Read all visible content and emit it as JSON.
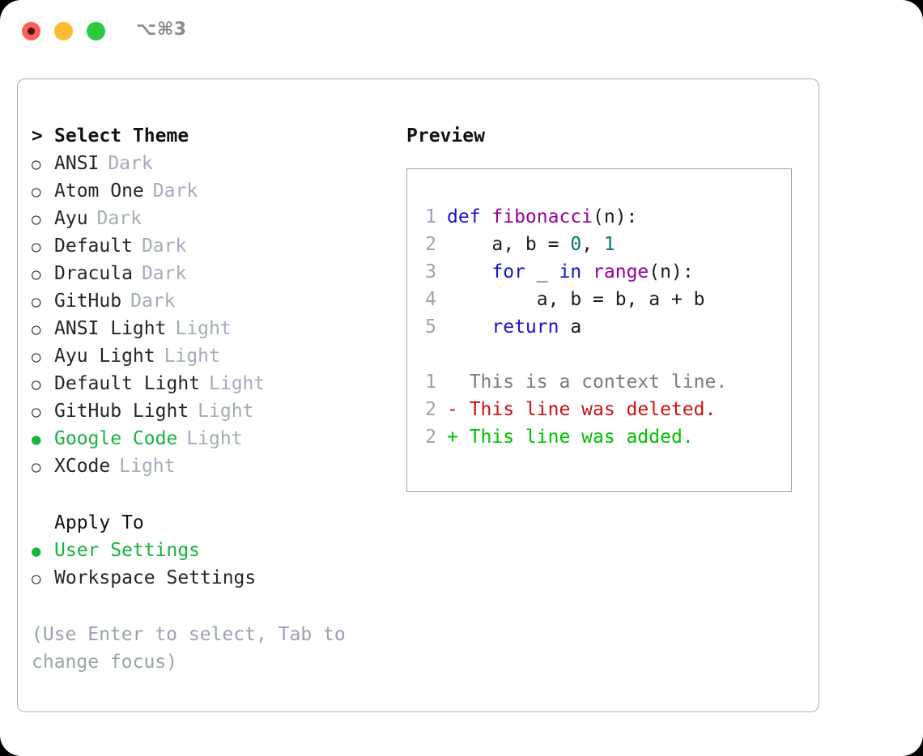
{
  "titlebar": {
    "shortcut": "⌥⌘3",
    "buttons": [
      {
        "name": "close",
        "color": "#fc6058"
      },
      {
        "name": "minimize",
        "color": "#fdbc2f"
      },
      {
        "name": "maximize",
        "color": "#2bc840"
      }
    ]
  },
  "colors": {
    "selected_green": "#16b33f",
    "badge_gray": "#a3acbd",
    "hint_gray": "#98a2b3",
    "panel_border": "#a8b0bf",
    "keyword_blue": "#1515cc",
    "function_magenta": "#990099",
    "number_teal": "#007777",
    "diff_deleted_red": "#cc1111",
    "diff_added_green": "#00c000"
  },
  "markers": {
    "unselected": "○",
    "selected": "●",
    "caret": ">"
  },
  "theme_section": {
    "header": "Select Theme",
    "items": [
      {
        "label": "ANSI",
        "badge": "Dark",
        "selected": false
      },
      {
        "label": "Atom One",
        "badge": "Dark",
        "selected": false
      },
      {
        "label": "Ayu",
        "badge": "Dark",
        "selected": false
      },
      {
        "label": "Default",
        "badge": "Dark",
        "selected": false
      },
      {
        "label": "Dracula",
        "badge": "Dark",
        "selected": false
      },
      {
        "label": "GitHub",
        "badge": "Dark",
        "selected": false
      },
      {
        "label": "ANSI Light",
        "badge": "Light",
        "selected": false
      },
      {
        "label": "Ayu Light",
        "badge": "Light",
        "selected": false
      },
      {
        "label": "Default Light",
        "badge": "Light",
        "selected": false
      },
      {
        "label": "GitHub Light",
        "badge": "Light",
        "selected": false
      },
      {
        "label": "Google Code",
        "badge": "Light",
        "selected": true
      },
      {
        "label": "XCode",
        "badge": "Light",
        "selected": false
      }
    ]
  },
  "apply_section": {
    "header": "Apply To",
    "items": [
      {
        "label": "User Settings",
        "selected": true
      },
      {
        "label": "Workspace Settings",
        "selected": false
      }
    ]
  },
  "hint": "(Use Enter to select, Tab to change focus)",
  "preview": {
    "title": "Preview",
    "code_lines": [
      {
        "num": "1",
        "tokens": [
          {
            "t": "def ",
            "c": "kw"
          },
          {
            "t": "fibonacci",
            "c": "fn"
          },
          {
            "t": "(n):",
            "c": "pl"
          }
        ]
      },
      {
        "num": "2",
        "tokens": [
          {
            "t": "    a, b = ",
            "c": "pl"
          },
          {
            "t": "0",
            "c": "num"
          },
          {
            "t": ", ",
            "c": "pl"
          },
          {
            "t": "1",
            "c": "num"
          }
        ]
      },
      {
        "num": "3",
        "tokens": [
          {
            "t": "    ",
            "c": "pl"
          },
          {
            "t": "for",
            "c": "kw"
          },
          {
            "t": " _ ",
            "c": "pl"
          },
          {
            "t": "in",
            "c": "kw"
          },
          {
            "t": " ",
            "c": "pl"
          },
          {
            "t": "range",
            "c": "fn"
          },
          {
            "t": "(n):",
            "c": "pl"
          }
        ]
      },
      {
        "num": "4",
        "tokens": [
          {
            "t": "        a, b = b, a + b",
            "c": "pl"
          }
        ]
      },
      {
        "num": "5",
        "tokens": [
          {
            "t": "    ",
            "c": "pl"
          },
          {
            "t": "return",
            "c": "kw"
          },
          {
            "t": " a",
            "c": "pl"
          }
        ]
      }
    ],
    "diff_lines": [
      {
        "num": "1",
        "tokens": [
          {
            "t": "  This is a context line.",
            "c": "ctx"
          }
        ]
      },
      {
        "num": "2",
        "tokens": [
          {
            "t": "- This line was deleted.",
            "c": "del"
          }
        ]
      },
      {
        "num": "2",
        "tokens": [
          {
            "t": "+ This line was added.",
            "c": "add"
          }
        ]
      }
    ]
  }
}
